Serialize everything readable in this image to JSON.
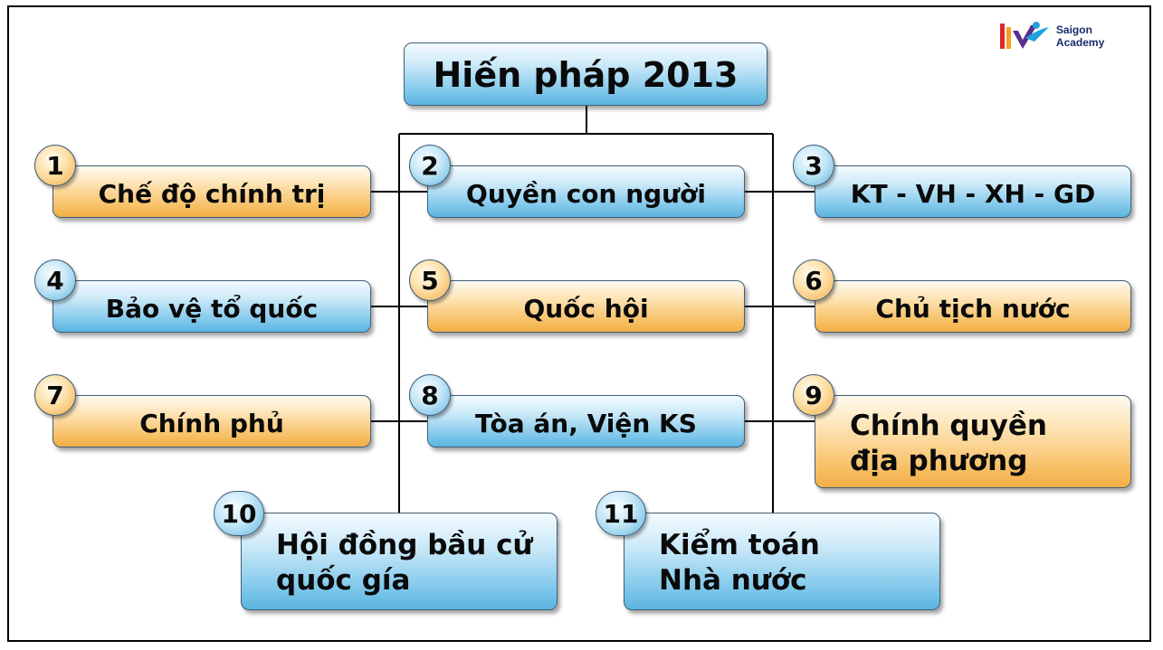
{
  "logo": {
    "text": "Saigon Academy"
  },
  "title": "Hiến pháp 2013",
  "nodes": [
    {
      "num": "1",
      "lines": [
        "Chế độ chính trị"
      ]
    },
    {
      "num": "2",
      "lines": [
        "Quyền con người"
      ]
    },
    {
      "num": "3",
      "lines": [
        "KT - VH - XH - GD"
      ]
    },
    {
      "num": "4",
      "lines": [
        "Bảo vệ tổ quốc"
      ]
    },
    {
      "num": "5",
      "lines": [
        "Quốc hội"
      ]
    },
    {
      "num": "6",
      "lines": [
        "Chủ tịch nước"
      ]
    },
    {
      "num": "7",
      "lines": [
        "Chính phủ"
      ]
    },
    {
      "num": "8",
      "lines": [
        "Tòa án, Viện KS"
      ]
    },
    {
      "num": "9",
      "lines": [
        "Chính quyền",
        "địa phương"
      ]
    },
    {
      "num": "10",
      "lines": [
        "Hội đồng bầu cử",
        "quốc gía"
      ]
    },
    {
      "num": "11",
      "lines": [
        "Kiểm toán",
        "Nhà nước"
      ]
    }
  ],
  "colors": {
    "blue": "#5cb4e0",
    "orange": "#f2ad46",
    "outline": "#3f5f7a"
  }
}
